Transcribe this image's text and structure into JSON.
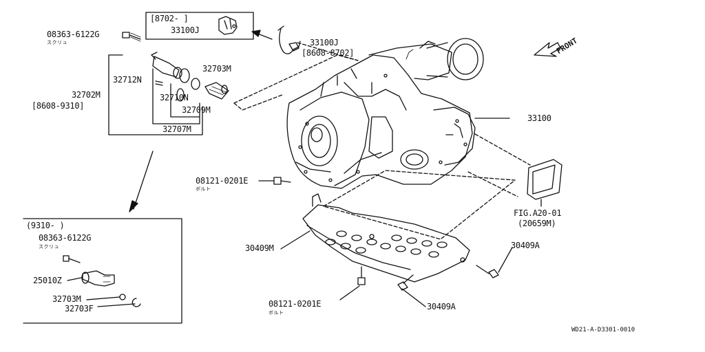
{
  "labels": {
    "top_box_range": "[8702-    ]",
    "top_box_part": "33100J",
    "screw_1_part": "08363-6122G",
    "screw_1_name": "スクリュ",
    "sensor_part": "33100J",
    "sensor_range": "[8608-8702]",
    "p32712N": "32712N",
    "p32703M": "32703M",
    "p32702M": "32702M",
    "range_8608_9310": "[8608-9310]",
    "p32710N": "32710N",
    "p32709M": "32709M",
    "p32707M": "32707M",
    "p33100": "33100",
    "bolt_1_part": "08121-0201E",
    "bolt_1_name": "ボルト",
    "fig_ref": "FIG.A20-01",
    "fig_sub": "(20659M)",
    "p30409M": "30409M",
    "p30409A_right": "30409A",
    "bolt_2_part": "08121-0201E",
    "bolt_2_name": "ボルト",
    "p30409A_bottom": "30409A",
    "inset_range": "(9310-    )",
    "inset_screw_part": "08363-6122G",
    "inset_screw_name": "スクリュ",
    "p25010Z": "25010Z",
    "inset_32703M": "32703M",
    "p32703F": "32703F",
    "front": "FRONT",
    "drawing_ref": "WD21-A-D3301-0010"
  },
  "icons": {
    "front_arrow": "front-arrow-icon",
    "transfer_case": "transfer-case-icon",
    "skid_plate": "skid-plate-icon"
  }
}
